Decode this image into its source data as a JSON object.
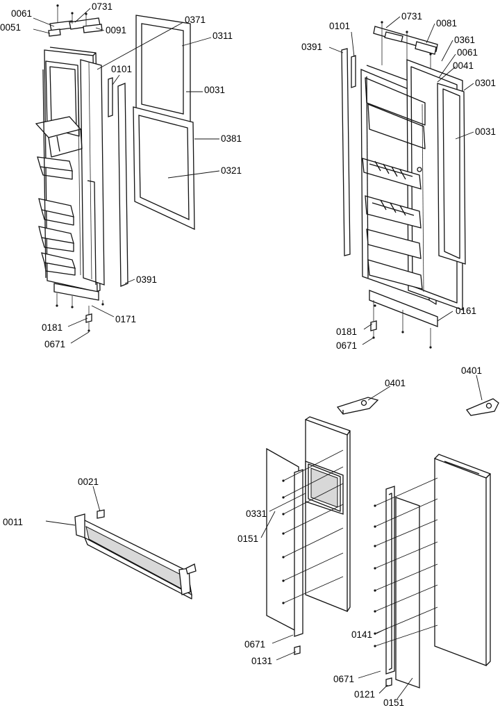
{
  "labels": {
    "l0061a": "0061",
    "l0731a": "0731",
    "l0051": "0051",
    "l0091": "0091",
    "l0371": "0371",
    "l0311": "0311",
    "l0101a": "0101",
    "l0031a": "0031",
    "l0381": "0381",
    "l0321": "0321",
    "l0391a": "0391",
    "l0181a": "0181",
    "l0171": "0171",
    "l0671a": "0671",
    "l0101b": "0101",
    "l0731b": "0731",
    "l0081": "0081",
    "l0391b": "0391",
    "l0361": "0361",
    "l0061b": "0061",
    "l0041": "0041",
    "l0301": "0301",
    "l0031b": "0031",
    "l0161": "0161",
    "l0181b": "0181",
    "l0671b": "0671",
    "l0401a": "0401",
    "l0401b": "0401",
    "l0021": "0021",
    "l0011": "0011",
    "l0331": "0331",
    "l0151a": "0151",
    "l0671c": "0671",
    "l0131": "0131",
    "l0141": "0141",
    "l0671d": "0671",
    "l0121": "0121",
    "l0151b": "0151"
  }
}
